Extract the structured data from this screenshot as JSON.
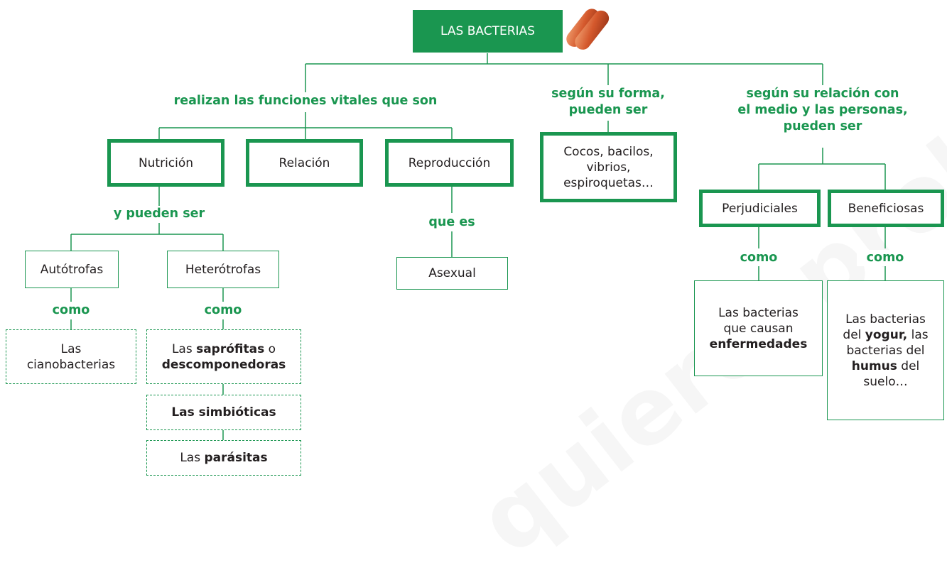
{
  "root": {
    "label": "LAS BACTERIAS",
    "image": "bacteria-illustration"
  },
  "watermark": "quieroaprobar.es",
  "connectors": {
    "funciones": "realizan las funciones vitales que son",
    "forma_1": "según su forma,",
    "forma_2": "pueden ser",
    "relacion_1": "según su relación con",
    "relacion_2": "el medio y las personas,",
    "relacion_3": "pueden ser",
    "nutricion": "y pueden ser",
    "reproduccion": "que es",
    "autotrofas": "como",
    "heterotrofas": "como",
    "perjudiciales": "como",
    "beneficiosas": "como"
  },
  "boxes": {
    "nutricion": "Nutrición",
    "relacion": "Relación",
    "reproduccion": "Reproducción",
    "formas_1": "Cocos, bacilos,",
    "formas_2": "vibrios,",
    "formas_3": "espiroquetas…",
    "perjudiciales": "Perjudiciales",
    "beneficiosas": "Beneficiosas",
    "autotrofas": "Autótrofas",
    "heterotrofas": "Heterótrofas",
    "asexual": "Asexual"
  },
  "examples": {
    "ciano_1": "Las",
    "ciano_2": "cianobacterias",
    "sapro_1": "Las ",
    "sapro_2": "saprófitas",
    "sapro_3": " o",
    "sapro_4": "descomponedoras",
    "simbioticas": "Las simbióticas",
    "parasitas_1": "Las ",
    "parasitas_2": "parásitas",
    "perj_1": "Las bacterias",
    "perj_2": "que causan",
    "perj_3": "enfermedades",
    "ben_1": "Las bacterias",
    "ben_2a": "del ",
    "ben_2b": "yogur,",
    "ben_2c": " las",
    "ben_3": "bacterias del",
    "ben_4a": "humus",
    "ben_4b": " del",
    "ben_5": "suelo…"
  },
  "colors": {
    "green": "#1a9650",
    "text": "#231f20"
  }
}
